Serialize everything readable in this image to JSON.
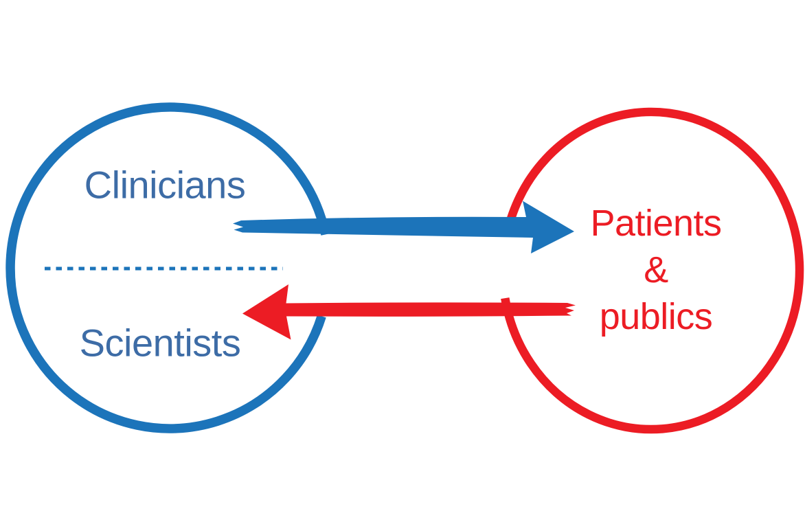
{
  "canvas": {
    "background": "#ffffff"
  },
  "left_group": {
    "member_top": "Clinicians",
    "member_bottom": "Scientists",
    "circle_color": "#1c74ba",
    "text_color": "#3d6ca6",
    "divider_color": "#1c74ba"
  },
  "right_group": {
    "label_lines": [
      "Patients",
      "&",
      "publics"
    ],
    "circle_color": "#ec1c24",
    "text_color": "#ec1c24"
  },
  "arrows": {
    "clinicians_to_patients": {
      "color": "#1c74ba",
      "direction": "right"
    },
    "patients_to_clinicians": {
      "color": "#ec1c24",
      "direction": "left"
    }
  }
}
